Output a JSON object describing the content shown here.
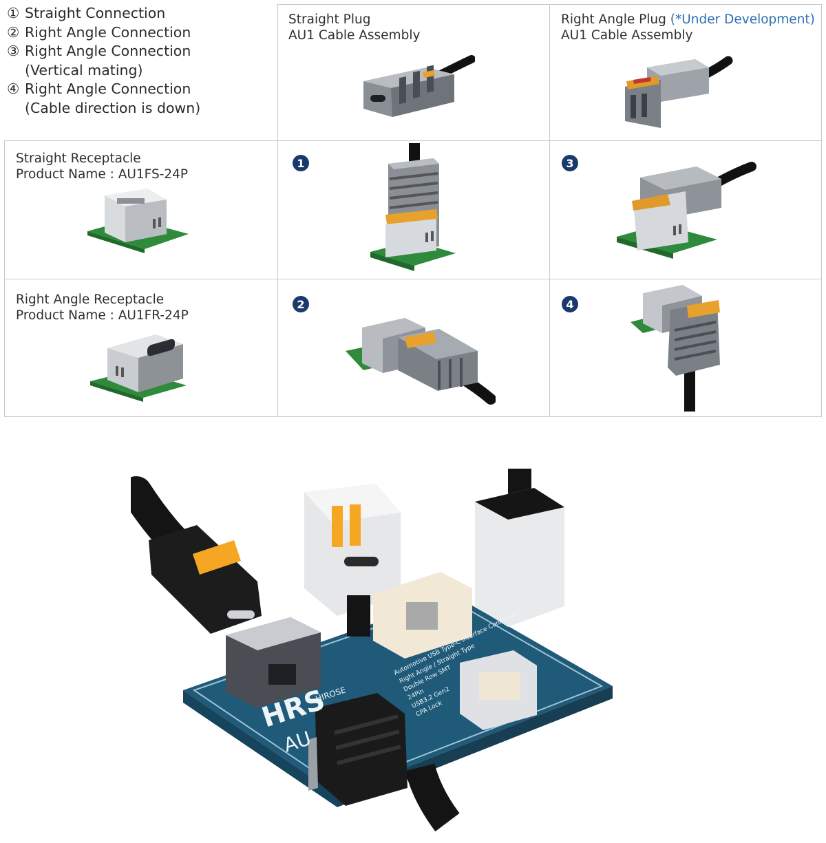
{
  "legend": [
    {
      "num": "①",
      "text": "Straight Connection"
    },
    {
      "num": "②",
      "text": "Right Angle Connection"
    },
    {
      "num": "③",
      "text": "Right Angle Connection",
      "cont": "(Vertical mating)"
    },
    {
      "num": "④",
      "text": "Right Angle Connection",
      "cont": "(Cable direction is down)"
    }
  ],
  "header": {
    "straight_plug": {
      "line1": "Straight Plug",
      "line2": "AU1 Cable Assembly"
    },
    "right_angle_plug": {
      "line1": "Right Angle Plug",
      "note": "(*Under Development)",
      "line2": "AU1 Cable Assembly"
    }
  },
  "rows": {
    "straight_receptacle": {
      "line1": "Straight Receptacle",
      "line2": "Product Name : AU1FS-24P"
    },
    "right_angle_receptacle": {
      "line1": "Right Angle Receptacle",
      "line2": "Product Name : AU1FR-24P"
    }
  },
  "combos": {
    "c1": "1",
    "c2": "2",
    "c3": "3",
    "c4": "4"
  },
  "board": {
    "brand": "HRS",
    "brand_small": "HIROSE",
    "series": "AU",
    "spec_lines": [
      "Automotive USB Type-C Interface Connector",
      "Right Angle / Straight Type",
      "Double Row SMT",
      "24Pin",
      "USB3.2 Gen2",
      "CPA Lock"
    ]
  },
  "colors": {
    "badge": "#1a3a6e",
    "note": "#2c6fb5",
    "pcb_green": "#2f8a3c",
    "board_blue": "#1f5a78",
    "latch_orange": "#f5a623"
  }
}
